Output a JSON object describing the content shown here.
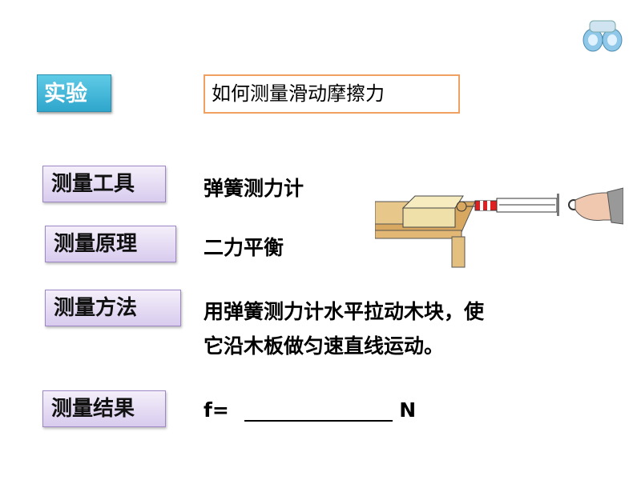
{
  "experiment_label": "实验",
  "title": "如何测量滑动摩擦力",
  "rows": [
    {
      "label": "测量工具",
      "value": "弹簧测力计"
    },
    {
      "label": "测量原理",
      "value": "二力平衡"
    },
    {
      "label": "测量方法",
      "value": "用弹簧测力计水平拉动木块，使",
      "value2": "它沿木板做匀速直线运动。"
    },
    {
      "label": "测量结果",
      "value": "f= ",
      "unit": "N"
    }
  ],
  "icons": [
    "binoculars-icon"
  ]
}
